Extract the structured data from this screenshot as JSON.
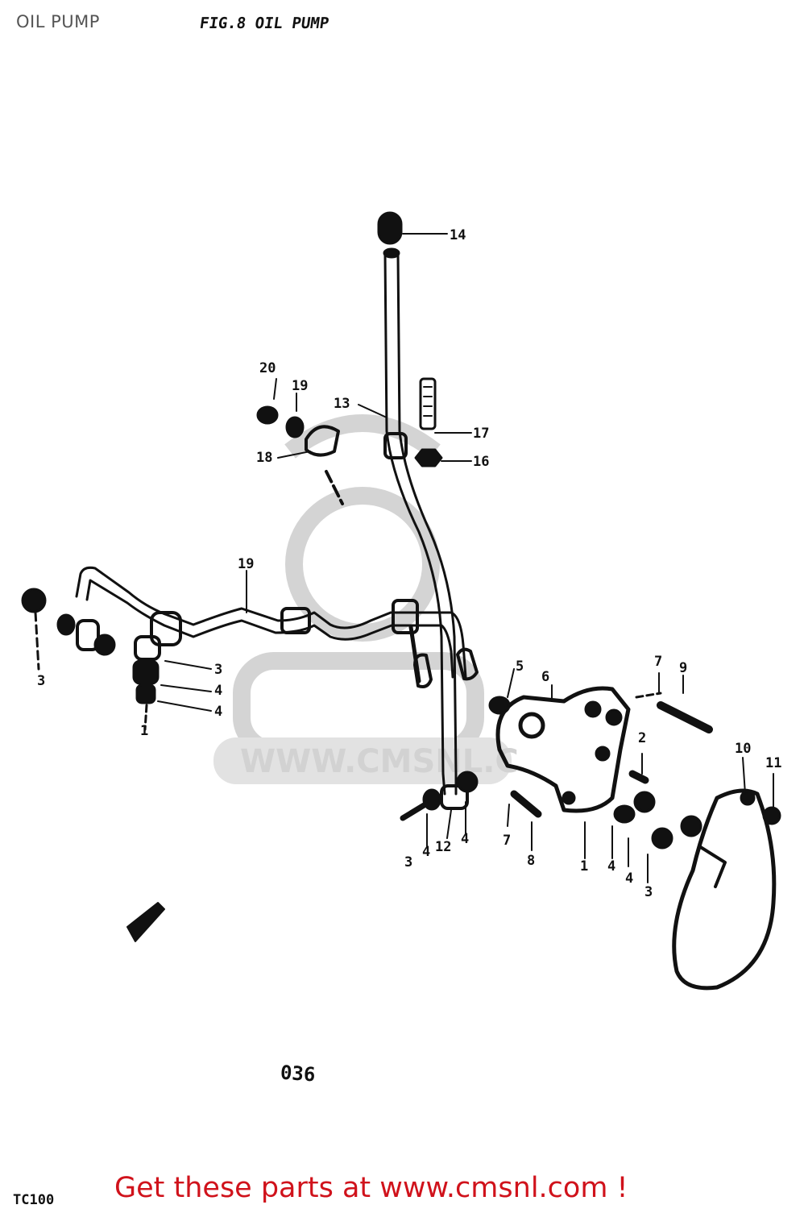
{
  "page_title": "OIL PUMP",
  "figure_title": "FIG.8 OIL PUMP",
  "page_code": "036",
  "model_code": "TC100",
  "footer_link": "Get these parts at www.cmsnl.com !",
  "watermark": {
    "text": "WWW.CMSNL.C",
    "logo": "CMS"
  },
  "callouts": [
    "14",
    "20",
    "19",
    "13",
    "17",
    "18",
    "16",
    "19",
    "3",
    "3",
    "4",
    "4",
    "1",
    "5",
    "6",
    "7",
    "9",
    "2",
    "10",
    "11",
    "3",
    "4",
    "12",
    "4",
    "7",
    "8",
    "1",
    "4",
    "4",
    "3"
  ],
  "colors": {
    "link": "#d0121b",
    "title": "#555555",
    "ink": "#111111",
    "watermark": "#d2d2d2"
  }
}
